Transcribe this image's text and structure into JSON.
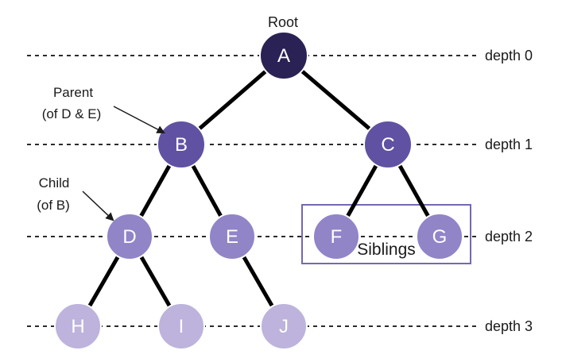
{
  "diagram": {
    "type": "tree",
    "background": "#ffffff",
    "annotations": {
      "root": "Root",
      "parent_line1": "Parent",
      "parent_line2": "(of D & E)",
      "child_line1": "Child",
      "child_line2": "(of B)",
      "siblings": "Siblings"
    },
    "depth_labels": [
      "depth 0",
      "depth 1",
      "depth 2",
      "depth 3"
    ],
    "nodes": [
      {
        "id": "A",
        "label": "A",
        "depth": 0,
        "parent": null,
        "color": "#2a2254"
      },
      {
        "id": "B",
        "label": "B",
        "depth": 1,
        "parent": "A",
        "color": "#6151a2"
      },
      {
        "id": "C",
        "label": "C",
        "depth": 1,
        "parent": "A",
        "color": "#6151a2"
      },
      {
        "id": "D",
        "label": "D",
        "depth": 2,
        "parent": "B",
        "color": "#9184c7"
      },
      {
        "id": "E",
        "label": "E",
        "depth": 2,
        "parent": "B",
        "color": "#9184c7"
      },
      {
        "id": "F",
        "label": "F",
        "depth": 2,
        "parent": "C",
        "color": "#9184c7"
      },
      {
        "id": "G",
        "label": "G",
        "depth": 2,
        "parent": "C",
        "color": "#9184c7"
      },
      {
        "id": "H",
        "label": "H",
        "depth": 3,
        "parent": "D",
        "color": "#bdb3dc"
      },
      {
        "id": "I",
        "label": "I",
        "depth": 3,
        "parent": "D",
        "color": "#bdb3dc"
      },
      {
        "id": "J",
        "label": "J",
        "depth": 3,
        "parent": "E",
        "color": "#bdb3dc"
      }
    ],
    "edges": [
      {
        "from": "A",
        "to": "B"
      },
      {
        "from": "A",
        "to": "C"
      },
      {
        "from": "B",
        "to": "D"
      },
      {
        "from": "B",
        "to": "E"
      },
      {
        "from": "C",
        "to": "F"
      },
      {
        "from": "C",
        "to": "G"
      },
      {
        "from": "D",
        "to": "H"
      },
      {
        "from": "D",
        "to": "I"
      },
      {
        "from": "E",
        "to": "J"
      }
    ],
    "siblings_group": [
      "F",
      "G"
    ],
    "colors": {
      "edge": "#000000",
      "dashed_line": "#2b2b2b",
      "siblings_box": "#7568b4",
      "text": "#1a1a1a",
      "node_text": "#ffffff"
    }
  }
}
